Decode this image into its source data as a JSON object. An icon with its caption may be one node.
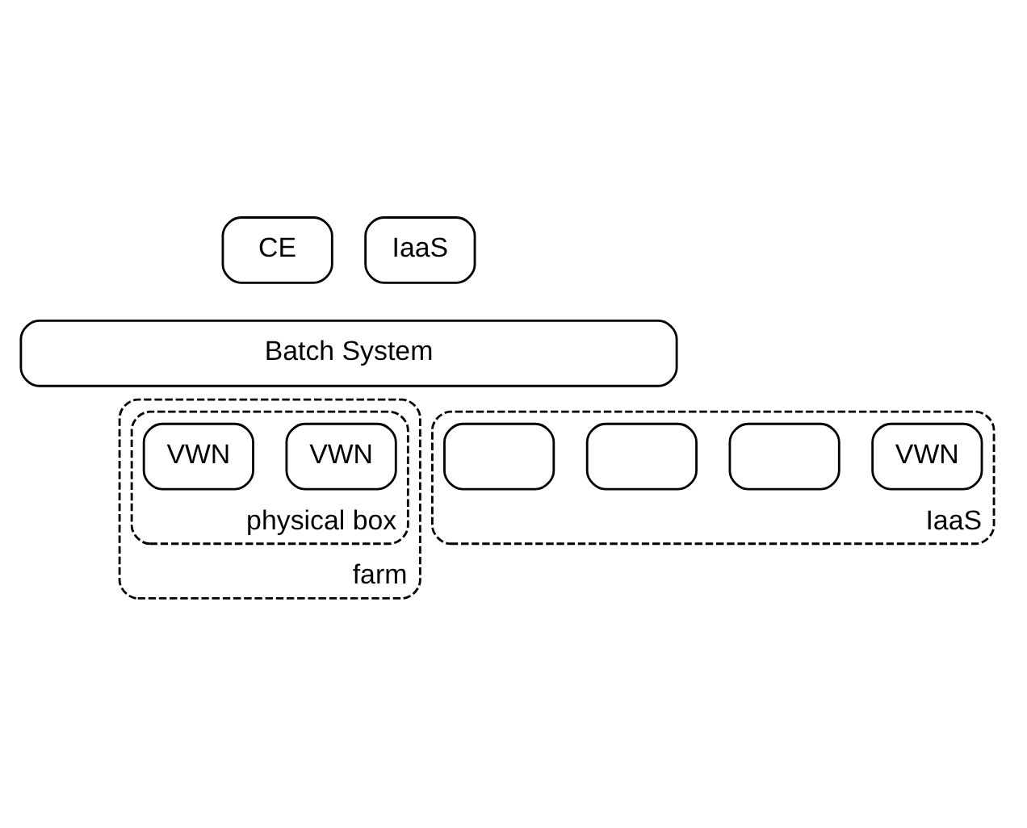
{
  "diagram": {
    "nodes": [
      {
        "text": [
          "CE"
        ]
      },
      {
        "text": [
          "IaaS"
        ]
      },
      {
        "text": [
          "Batch System"
        ]
      },
      {
        "text": [
          "farm"
        ]
      },
      {
        "text": [
          "physical box"
        ],
        "in": 3
      },
      {
        "text": [
          "VWN"
        ],
        "in": 4
      },
      {
        "text": [
          "VWN"
        ],
        "in": 4
      },
      {
        "text": [
          "IaaS"
        ]
      },
      {
        "text": [],
        "shape": "box",
        "in": 7
      },
      {
        "text": [],
        "shape": "box",
        "in": 7
      },
      {
        "text": [],
        "shape": "box",
        "in": 7
      },
      {
        "text": [
          "VWN"
        ],
        "in": 7
      }
    ],
    "edges": []
  }
}
